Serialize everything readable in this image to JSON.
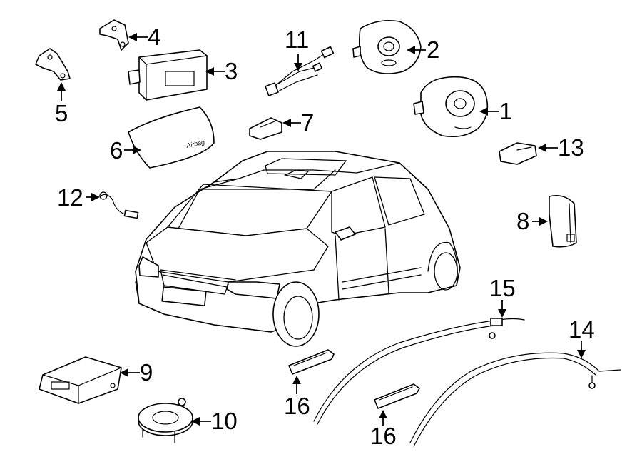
{
  "callouts": [
    {
      "id": "1",
      "label": "1"
    },
    {
      "id": "2",
      "label": "2"
    },
    {
      "id": "3",
      "label": "3"
    },
    {
      "id": "4",
      "label": "4"
    },
    {
      "id": "5",
      "label": "5"
    },
    {
      "id": "6",
      "label": "6"
    },
    {
      "id": "7",
      "label": "7"
    },
    {
      "id": "8",
      "label": "8"
    },
    {
      "id": "9",
      "label": "9"
    },
    {
      "id": "10",
      "label": "10"
    },
    {
      "id": "11",
      "label": "11"
    },
    {
      "id": "12",
      "label": "12"
    },
    {
      "id": "13",
      "label": "13"
    },
    {
      "id": "14",
      "label": "14"
    },
    {
      "id": "15",
      "label": "15"
    },
    {
      "id": "16a",
      "label": "16"
    },
    {
      "id": "16b",
      "label": "16"
    }
  ],
  "airbag_cover_text": "Airbag"
}
